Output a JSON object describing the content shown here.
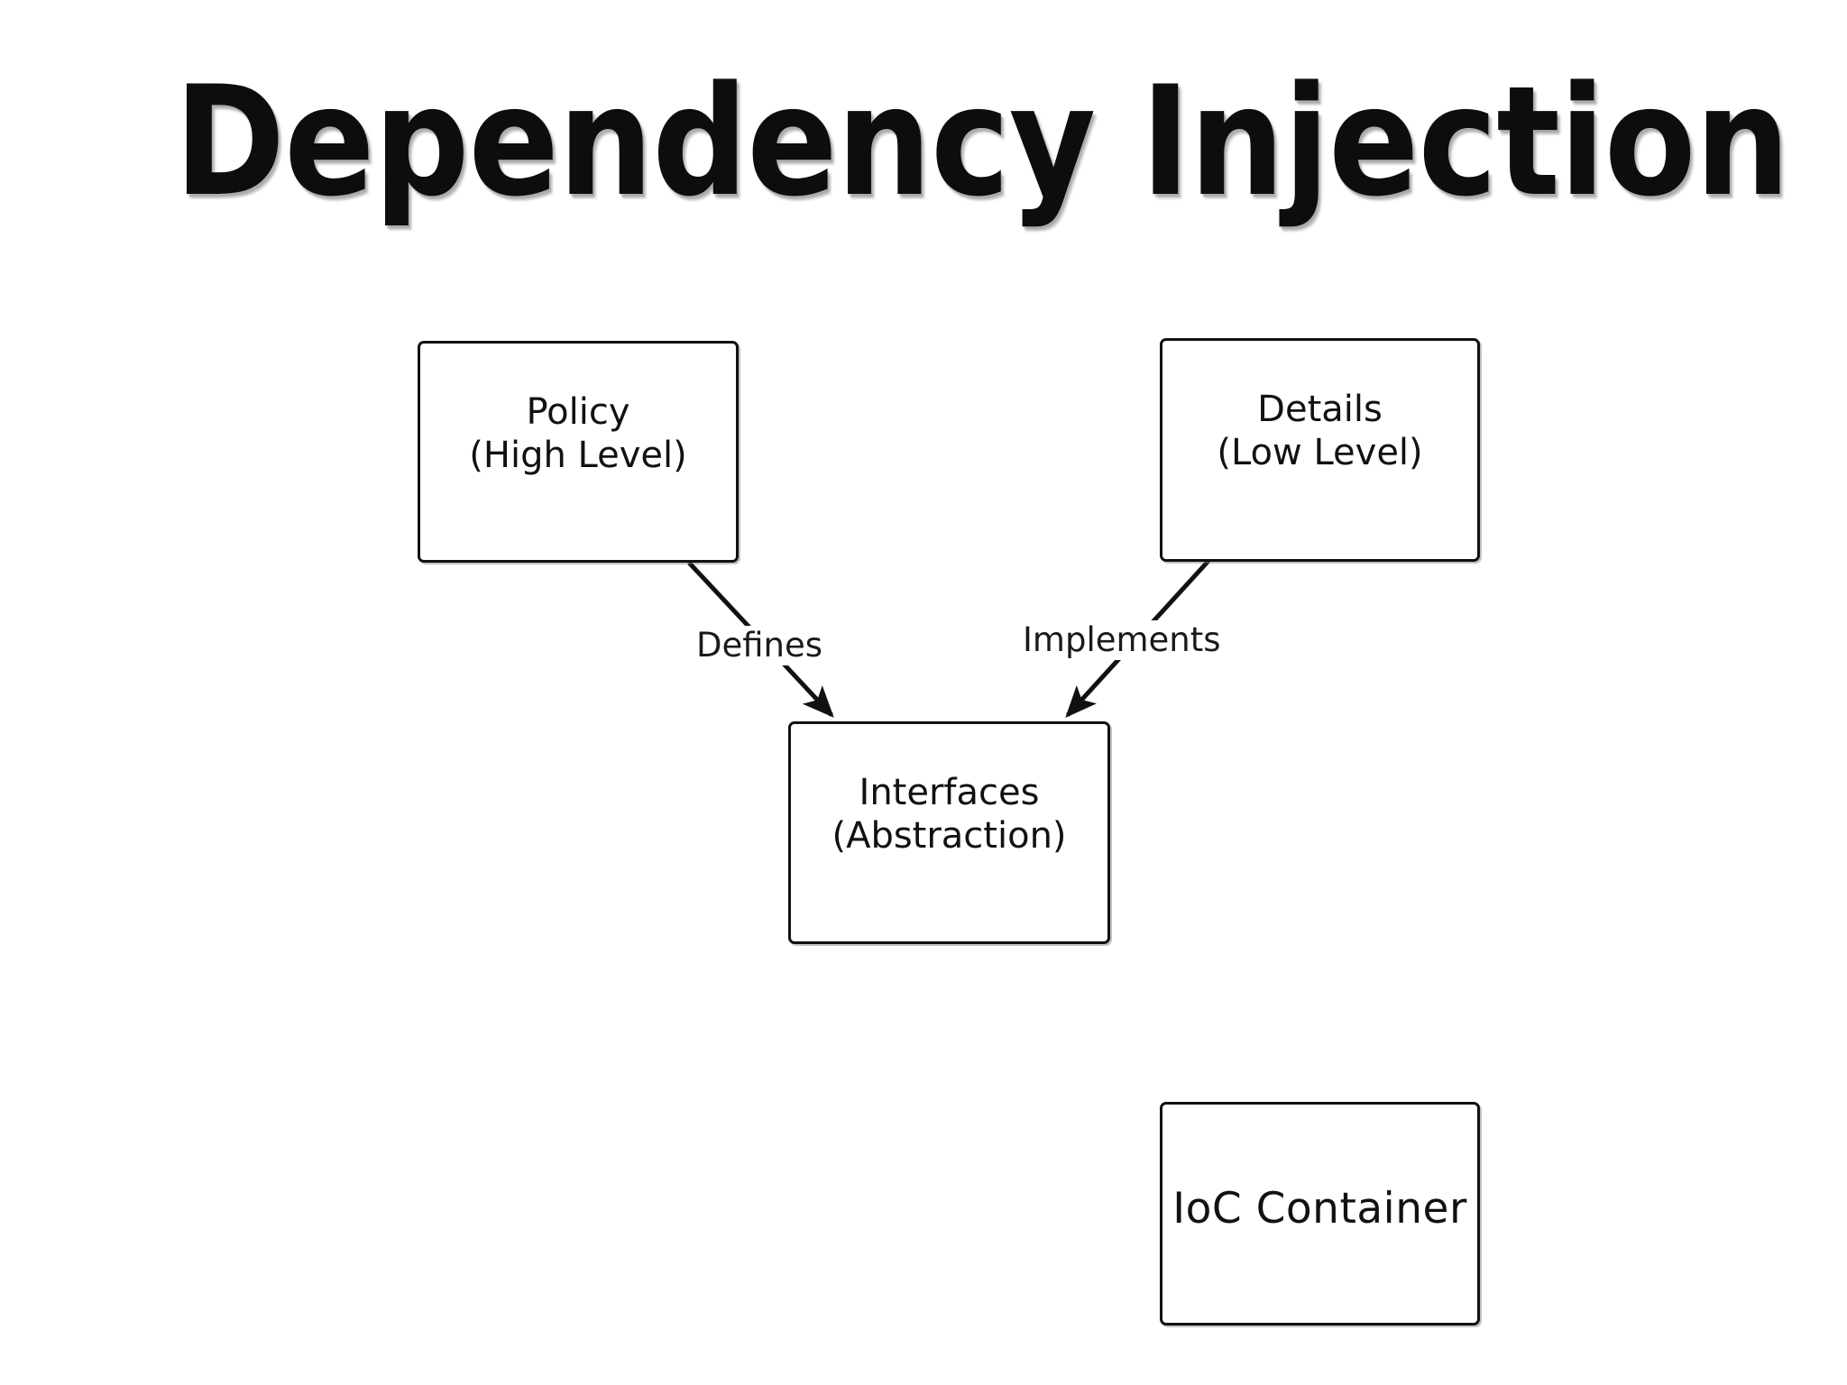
{
  "slide": {
    "background_color": "#ffffff",
    "title": "Dependency Injection"
  },
  "diagram": {
    "type": "flowchart",
    "nodes": [
      {
        "id": "policy",
        "line1": "Policy",
        "line2": "(High Level)",
        "shape": "rounded-rectangle",
        "border_color": "#111111",
        "fill_color": "#ffffff"
      },
      {
        "id": "details",
        "line1": "Details",
        "line2": "(Low Level)",
        "shape": "rounded-rectangle",
        "border_color": "#111111",
        "fill_color": "#ffffff"
      },
      {
        "id": "interfaces",
        "line1": "Interfaces",
        "line2": "(Abstraction)",
        "shape": "rounded-rectangle",
        "border_color": "#111111",
        "fill_color": "#ffffff"
      },
      {
        "id": "ioc",
        "line1": "IoC Container",
        "line2": "",
        "shape": "rounded-rectangle",
        "border_color": "#111111",
        "fill_color": "#ffffff"
      }
    ],
    "edges": [
      {
        "id": "defines",
        "from": "policy",
        "to": "interfaces",
        "label": "Defines",
        "arrow": "single-head"
      },
      {
        "id": "implements",
        "from": "details",
        "to": "interfaces",
        "label": "Implements",
        "arrow": "single-head"
      }
    ]
  }
}
